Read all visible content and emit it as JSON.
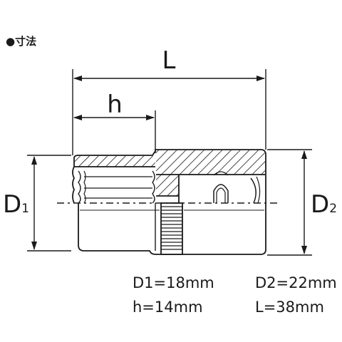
{
  "heading": "●寸法",
  "dimension_labels": {
    "length": "L",
    "hex_depth": "h",
    "d1_letter": "D",
    "d1_sub": "1",
    "d2_letter": "D",
    "d2_sub": "2"
  },
  "specs": {
    "d1": "D1=18mm",
    "d2": "D2=22mm",
    "h": "h=14mm",
    "l": "L=38mm"
  },
  "colors": {
    "line": "#1a1a1a",
    "fill": "#ffffff"
  }
}
